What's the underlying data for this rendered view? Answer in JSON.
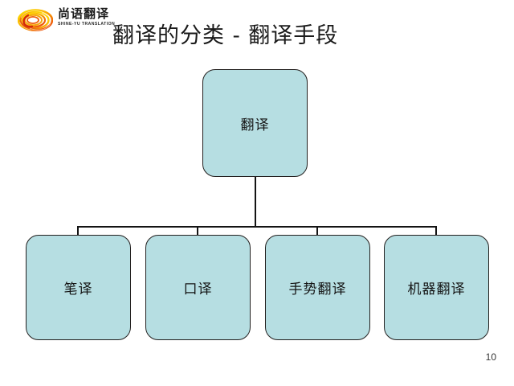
{
  "slide": {
    "title": "翻译的分类 - 翻译手段",
    "page_number": "10",
    "background_color": "#ffffff"
  },
  "logo": {
    "brand_cn": "尚语翻译",
    "brand_en": "SHINE-YU TRANSLATION",
    "mark_name": "spiral-swirl-logo",
    "colors": {
      "yellow": "#fcd304",
      "orange": "#f59c0a",
      "red": "#e2231a"
    }
  },
  "chart_data": {
    "type": "diagram",
    "diagram_kind": "org-tree",
    "title": "翻译的分类 - 翻译手段",
    "node_fill": "#b6dee2",
    "node_stroke": "#23201f",
    "root": {
      "id": "root",
      "label": "翻译"
    },
    "children": [
      {
        "id": "leaf-0",
        "label": "笔译"
      },
      {
        "id": "leaf-1",
        "label": "口译"
      },
      {
        "id": "leaf-2",
        "label": "手势翻译"
      },
      {
        "id": "leaf-3",
        "label": "机器翻译"
      }
    ],
    "edges": [
      {
        "from": "root",
        "to": "leaf-0"
      },
      {
        "from": "root",
        "to": "leaf-1"
      },
      {
        "from": "root",
        "to": "leaf-2"
      },
      {
        "from": "root",
        "to": "leaf-3"
      }
    ]
  }
}
